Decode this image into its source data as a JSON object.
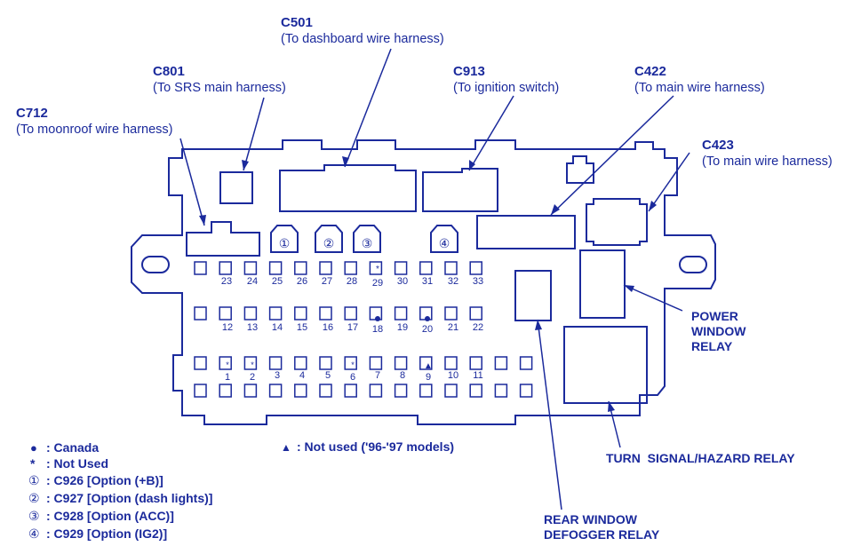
{
  "callouts": {
    "c501": {
      "code": "C501",
      "desc": "(To dashboard wire harness)"
    },
    "c801": {
      "code": "C801",
      "desc": "(To SRS main harness)"
    },
    "c913": {
      "code": "C913",
      "desc": "(To ignition switch)"
    },
    "c422": {
      "code": "C422",
      "desc": "(To main wire harness)"
    },
    "c712": {
      "code": "C712",
      "desc": "(To moonroof wire harness)"
    },
    "c423": {
      "code": "C423",
      "desc": "(To main wire harness)"
    }
  },
  "relays": {
    "power_window": [
      "POWER",
      "WINDOW",
      "RELAY"
    ],
    "turn_signal": "TURN  SIGNAL/HAZARD RELAY",
    "rear_defogger": [
      "REAR WINDOW",
      "DEFOGGER RELAY"
    ]
  },
  "option_markers": [
    "①",
    "②",
    "③",
    "④"
  ],
  "fuses": {
    "top": [
      "23",
      "24",
      "25",
      "26",
      "27",
      "28",
      "29",
      "30",
      "31",
      "32",
      "33"
    ],
    "middle": [
      "12",
      "13",
      "14",
      "15",
      "16",
      "17",
      "18",
      "19",
      "20",
      "21",
      "22"
    ],
    "bottom": [
      "1",
      "2",
      "3",
      "4",
      "5",
      "6",
      "7",
      "8",
      "9",
      "10",
      "11"
    ]
  },
  "legend": [
    {
      "symbol": "●",
      "text": ": Canada"
    },
    {
      "symbol": "*",
      "text": ": Not Used"
    },
    {
      "symbol": "①",
      "text": ": C926 [Option (+B)]"
    },
    {
      "symbol": "②",
      "text": ": C927 [Option (dash lights)]"
    },
    {
      "symbol": "③",
      "text": ": C928 [Option (ACC)]"
    },
    {
      "symbol": "④",
      "text": ": C929 [Option (IG2)]"
    }
  ],
  "note": {
    "symbol": "▲",
    "text": ": Not used ('96-'97 models)"
  },
  "colors": {
    "ink": "#1b2a9c",
    "background": "#ffffff"
  }
}
